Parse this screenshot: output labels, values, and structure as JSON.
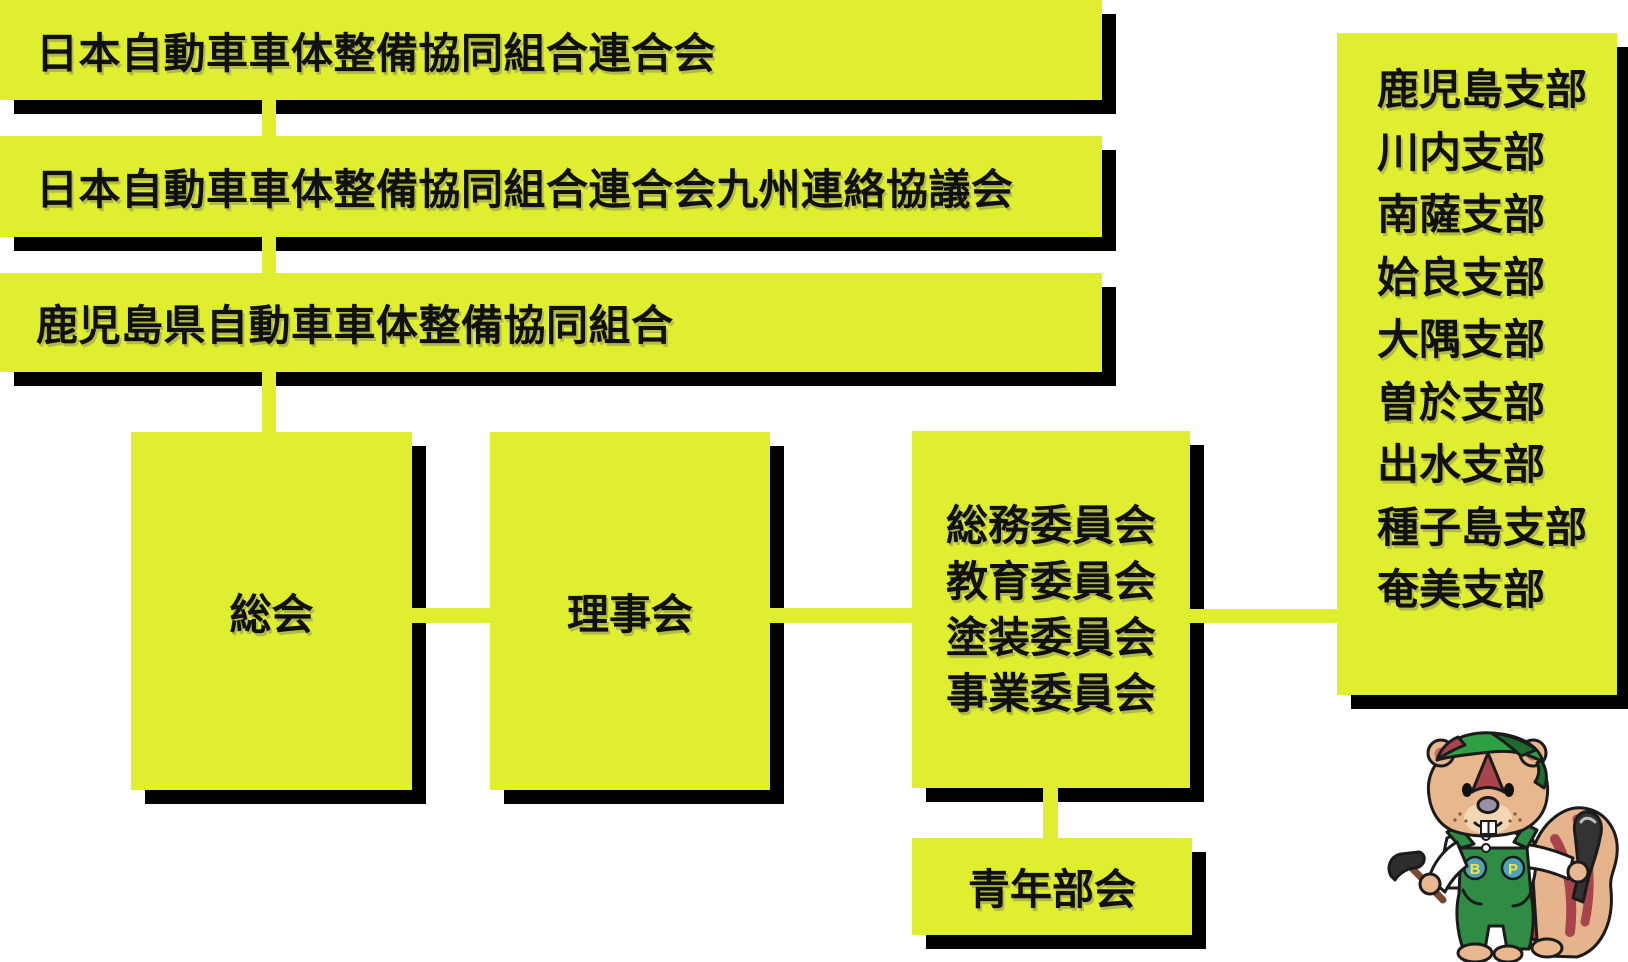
{
  "colors": {
    "box_fill": "#dfee2e",
    "shadow": "#000000",
    "text": "#101010",
    "mascot_fur": "#e9b78e",
    "mascot_green": "#2f8c45",
    "mascot_stripe_red": "#a8444b"
  },
  "org": {
    "federation": {
      "label": "日本自動車車体整備協同組合連合会"
    },
    "kyushu_council": {
      "label": "日本自動車車体整備協同組合連合会九州連絡協議会"
    },
    "prefecture_union": {
      "label": "鹿児島県自動車車体整備協同組合"
    },
    "general_meeting": {
      "label": "総会"
    },
    "board": {
      "label": "理事会"
    },
    "committees": [
      "総務委員会",
      "教育委員会",
      "塗装委員会",
      "事業委員会"
    ],
    "youth": {
      "label": "青年部会"
    },
    "branches": [
      "鹿児島支部",
      "川内支部",
      "南薩支部",
      "姶良支部",
      "大隅支部",
      "曽於支部",
      "出水支部",
      "種子島支部",
      "奄美支部"
    ]
  },
  "mascot": {
    "badge_left": "B",
    "badge_right": "P"
  }
}
